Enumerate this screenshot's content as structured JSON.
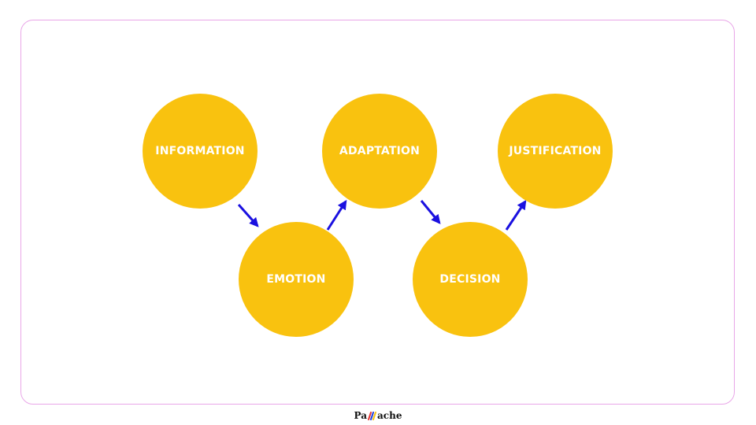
{
  "diagram": {
    "nodes": [
      {
        "id": "information",
        "label": "INFORMATION"
      },
      {
        "id": "emotion",
        "label": "EMOTION"
      },
      {
        "id": "adaptation",
        "label": "ADAPTATION"
      },
      {
        "id": "decision",
        "label": "DECISION"
      },
      {
        "id": "justification",
        "label": "JUSTIFICATION"
      }
    ],
    "edges": [
      {
        "from": "information",
        "to": "emotion"
      },
      {
        "from": "emotion",
        "to": "adaptation"
      },
      {
        "from": "adaptation",
        "to": "decision"
      },
      {
        "from": "decision",
        "to": "justification"
      }
    ]
  },
  "branding": {
    "logo_text_start": "Pa",
    "logo_text_end": "ache",
    "logo_accent_colors": [
      "#e53935",
      "#1e40e0",
      "#f9c20f"
    ]
  },
  "colors": {
    "node_fill": "#f9c20f",
    "arrow": "#1a10e0",
    "frame_border": "#e9a6e8"
  }
}
